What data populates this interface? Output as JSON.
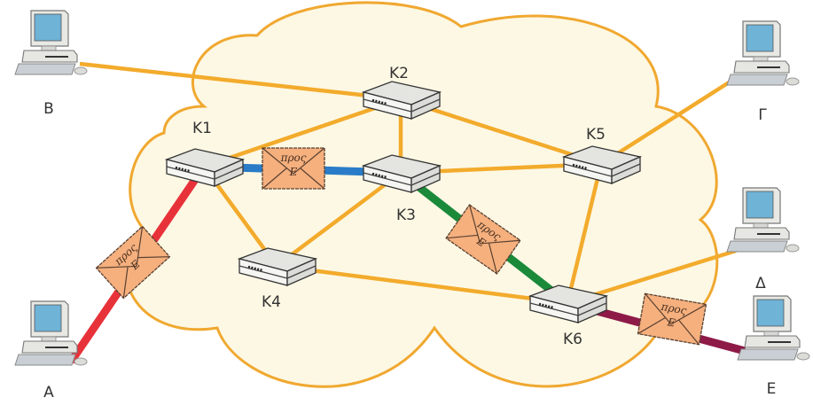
{
  "colors": {
    "cloud_fill": "#fdf8e4",
    "cloud_stroke": "#f0a830",
    "link_default": "#f3ab2c",
    "path_red": "#e8323a",
    "path_blue": "#2a7cc8",
    "path_green": "#1a8a3a",
    "path_maroon": "#8e1a48",
    "envelope_fill": "#f5b07e",
    "envelope_stroke": "#5a4030",
    "router_top": "#e4e4e0",
    "router_side": "#f5f5f2",
    "screen": "#6fb3d6"
  },
  "computers": [
    {
      "id": "A",
      "label": "Α"
    },
    {
      "id": "B",
      "label": "Β"
    },
    {
      "id": "G",
      "label": "Γ"
    },
    {
      "id": "D",
      "label": "Δ"
    },
    {
      "id": "E",
      "label": "Ε"
    }
  ],
  "routers": [
    {
      "id": "K1",
      "label": "K1"
    },
    {
      "id": "K2",
      "label": "K2"
    },
    {
      "id": "K3",
      "label": "K3"
    },
    {
      "id": "K4",
      "label": "K4"
    },
    {
      "id": "K5",
      "label": "K5"
    },
    {
      "id": "K6",
      "label": "K6"
    }
  ],
  "links": [
    {
      "from": "B",
      "to": "K2",
      "style": "default"
    },
    {
      "from": "K1",
      "to": "K2",
      "style": "default"
    },
    {
      "from": "K2",
      "to": "K3",
      "style": "default"
    },
    {
      "from": "K2",
      "to": "K5",
      "style": "default"
    },
    {
      "from": "K3",
      "to": "K5",
      "style": "default"
    },
    {
      "from": "K1",
      "to": "K4",
      "style": "default"
    },
    {
      "from": "K3",
      "to": "K4",
      "style": "default"
    },
    {
      "from": "K4",
      "to": "K6",
      "style": "default"
    },
    {
      "from": "K5",
      "to": "K6",
      "style": "default"
    },
    {
      "from": "K5",
      "to": "G",
      "style": "default"
    },
    {
      "from": "K6",
      "to": "D",
      "style": "default"
    },
    {
      "from": "A",
      "to": "K1",
      "style": "red"
    },
    {
      "from": "K1",
      "to": "K3",
      "style": "blue"
    },
    {
      "from": "K3",
      "to": "K6",
      "style": "green"
    },
    {
      "from": "K6",
      "to": "E",
      "style": "maroon"
    }
  ],
  "envelopes": [
    {
      "segment": "A-K1",
      "line1": "προς",
      "line2": "Ε"
    },
    {
      "segment": "K1-K3",
      "line1": "προς",
      "line2": "Ε"
    },
    {
      "segment": "K3-K6",
      "line1": "προς",
      "line2": "Ε"
    },
    {
      "segment": "K6-E",
      "line1": "προς",
      "line2": "Ε"
    }
  ]
}
